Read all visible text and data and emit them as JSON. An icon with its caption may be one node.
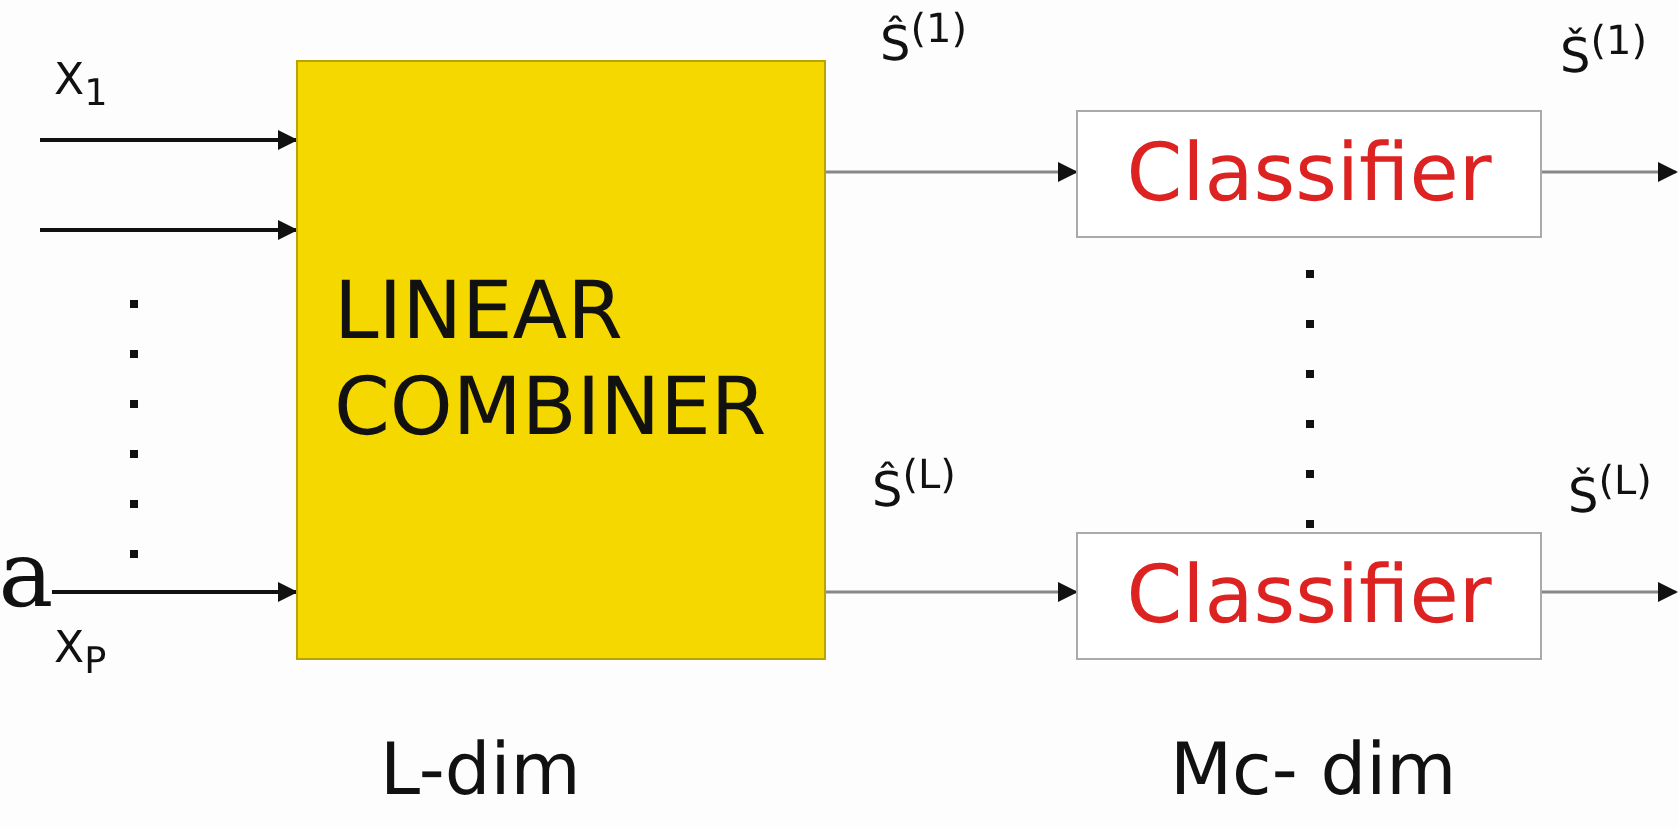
{
  "diagram": {
    "nodes": [
      {
        "text": [
          "LINEAR COMBINER"
        ]
      },
      {
        "text": [
          "Classifier"
        ]
      },
      {
        "text": [
          "Classifier"
        ]
      },
      {
        "text": [
          "a"
        ]
      }
    ],
    "edges": [
      {
        "from": null,
        "to": 0,
        "arrow": "to",
        "label": "X$_{1}$",
        "color": "#111111"
      },
      {
        "from": null,
        "to": 0,
        "arrow": "to",
        "color": "#111111"
      },
      {
        "from": 3,
        "to": 0,
        "arrow": "to",
        "label": "X$_{P}$",
        "color": "#111111"
      },
      {
        "from": 0,
        "to": 1,
        "arrow": "to",
        "label": "Ŝ$^{(1)}$"
      },
      {
        "from": 0,
        "to": 2,
        "arrow": "to",
        "label": "Ŝ$^{(L)}$"
      },
      {
        "from": 1,
        "to": null,
        "arrow": "to",
        "label": "Š$^{(1)}$"
      },
      {
        "from": 2,
        "to": null,
        "arrow": "to",
        "label": "Š$^{(L)}$"
      }
    ],
    "labels": [
      "L-dim",
      "Mc- dim"
    ]
  }
}
